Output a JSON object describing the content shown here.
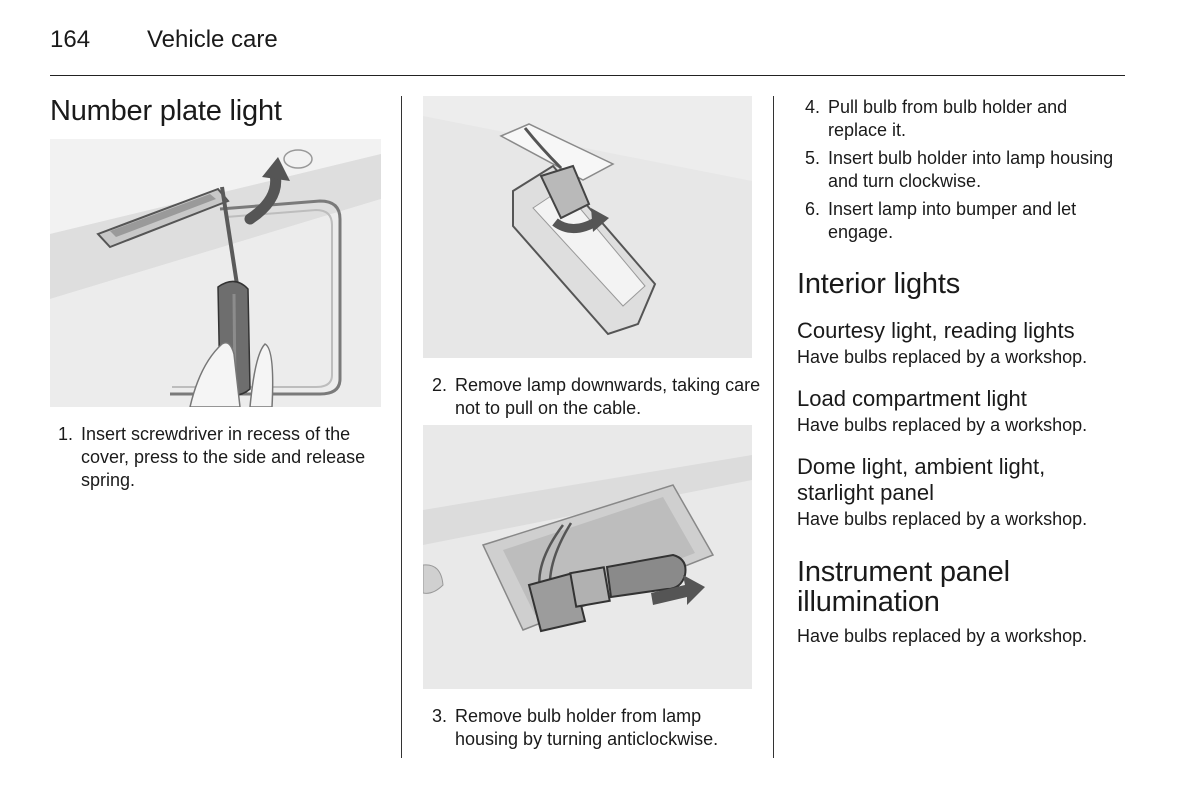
{
  "header": {
    "page_number": "164",
    "section": "Vehicle care"
  },
  "number_plate": {
    "title": "Number plate light",
    "steps": [
      {
        "num": "1.",
        "text": "Insert screwdriver in recess of the cover, press to the side and release spring."
      },
      {
        "num": "2.",
        "text": "Remove lamp downwards, taking care not to pull on the cable."
      },
      {
        "num": "3.",
        "text": "Remove bulb holder from lamp housing by turning anticlockwise."
      },
      {
        "num": "4.",
        "text": "Pull bulb from bulb holder and replace it."
      },
      {
        "num": "5.",
        "text": "Insert bulb holder into lamp housing and turn clockwise."
      },
      {
        "num": "6.",
        "text": "Insert lamp into bumper and let engage."
      }
    ]
  },
  "interior": {
    "title": "Interior lights",
    "courtesy": {
      "title": "Courtesy light, reading lights",
      "text": "Have bulbs replaced by a workshop."
    },
    "load": {
      "title": "Load compartment light",
      "text": "Have bulbs replaced by a workshop."
    },
    "dome": {
      "title": "Dome light, ambient light, starlight panel",
      "text": "Have bulbs replaced by a workshop."
    }
  },
  "instrument": {
    "title": "Instrument panel illumination",
    "text": "Have bulbs replaced by a workshop."
  }
}
